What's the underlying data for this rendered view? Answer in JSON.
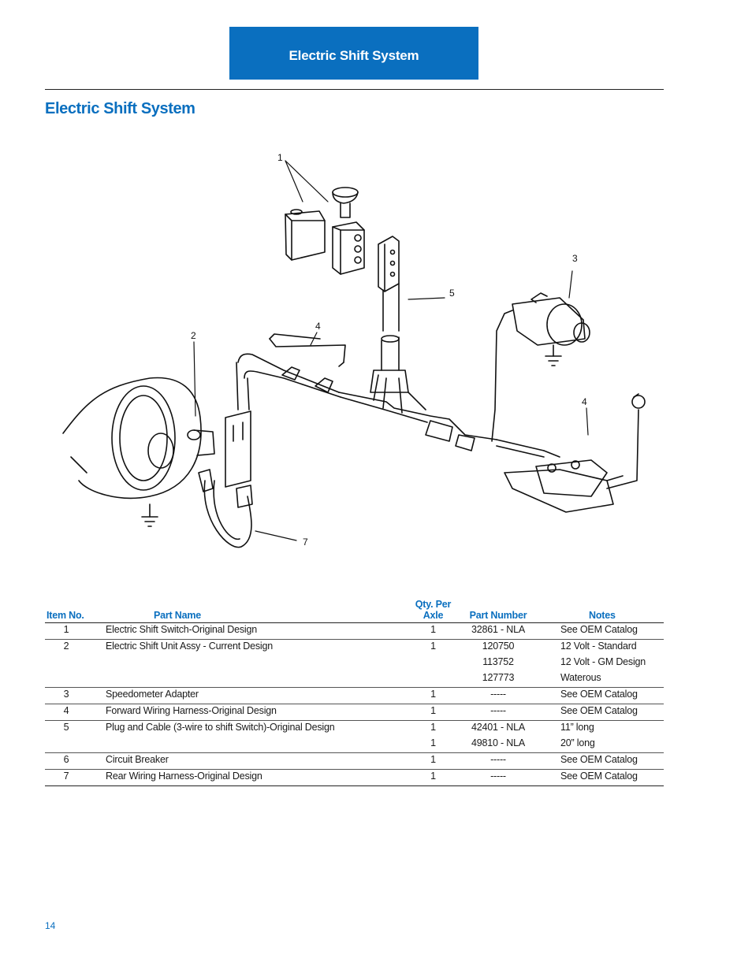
{
  "header": {
    "tab_label": "Electric Shift System"
  },
  "page": {
    "title": "Electric Shift System",
    "page_number": "14"
  },
  "diagram": {
    "callouts": [
      "1",
      "2",
      "3",
      "4",
      "5",
      "4",
      "7"
    ]
  },
  "table": {
    "headers": {
      "item_no": "Item No.",
      "part_name": "Part Name",
      "qty_line1": "Qty. Per",
      "qty_line2": "Axle",
      "part_number": "Part Number",
      "notes": "Notes"
    },
    "rows": [
      {
        "item": "1",
        "name": "Electric Shift Switch-Original Design",
        "qty": "1",
        "pn": "32861 - NLA",
        "notes": "See OEM Catalog"
      },
      {
        "item": "2",
        "name": "Electric Shift Unit Assy - Current Design",
        "qty": "1",
        "pn": "120750",
        "notes": "12 Volt - Standard"
      },
      {
        "item": "",
        "name": "",
        "qty": "",
        "pn": "113752",
        "notes": "12 Volt - GM Design"
      },
      {
        "item": "",
        "name": "",
        "qty": "",
        "pn": "127773",
        "notes": "Waterous"
      },
      {
        "item": "3",
        "name": "Speedometer Adapter",
        "qty": "1",
        "pn": "-----",
        "notes": "See OEM Catalog"
      },
      {
        "item": "4",
        "name": "Forward Wiring Harness-Original Design",
        "qty": "1",
        "pn": "-----",
        "notes": "See OEM Catalog"
      },
      {
        "item": "5",
        "name": "Plug and Cable (3-wire to shift Switch)-Original Design",
        "qty": "1",
        "pn": "42401 - NLA",
        "notes": "11” long"
      },
      {
        "item": "",
        "name": "",
        "qty": "1",
        "pn": "49810 - NLA",
        "notes": "20” long"
      },
      {
        "item": "6",
        "name": "Circuit Breaker",
        "qty": "1",
        "pn": "-----",
        "notes": "See OEM Catalog"
      },
      {
        "item": "7",
        "name": "Rear Wiring Harness-Original Design",
        "qty": "1",
        "pn": "-----",
        "notes": "See OEM Catalog"
      }
    ]
  },
  "colors": {
    "accent": "#0a6fbf"
  }
}
